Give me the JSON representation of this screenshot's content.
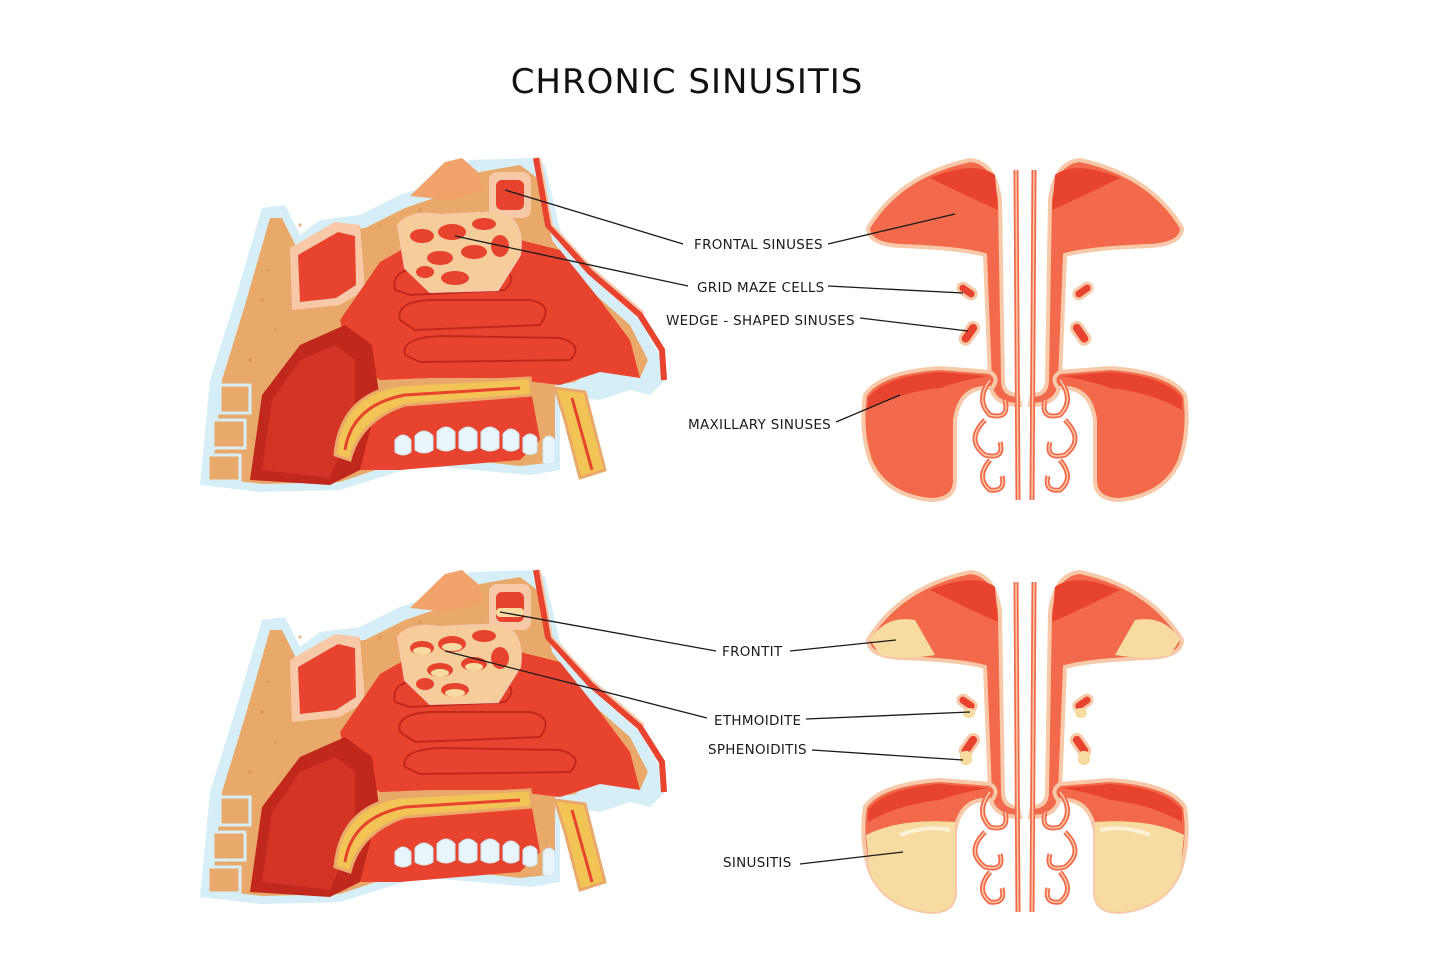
{
  "title": "CHRONIC SINUSITIS",
  "colors": {
    "tissue_red": "#e8432e",
    "dark_red": "#c0281e",
    "sinus_orange": "#f26a4b",
    "bone": "#e9a96b",
    "bone_light": "#f5cc9a",
    "skin_outline": "#f7c9a8",
    "cartilage_blue": "#d6eef7",
    "pus": "#f7dba0",
    "teeth": "#e8f6fb",
    "skin": "#f2a26b"
  },
  "healthy": {
    "labels": {
      "frontal": "FRONTAL SINUSES",
      "grid": "GRID MAZE CELLS",
      "wedge": "WEDGE - SHAPED SINUSES",
      "maxillary": "MAXILLARY SINUSES"
    }
  },
  "inflamed": {
    "labels": {
      "frontit": "FRONTIT",
      "ethmoidite": "ETHMOIDITE",
      "sphenoiditis": "SPHENOIDITIS",
      "sinusitis": "SINUSITIS"
    }
  }
}
